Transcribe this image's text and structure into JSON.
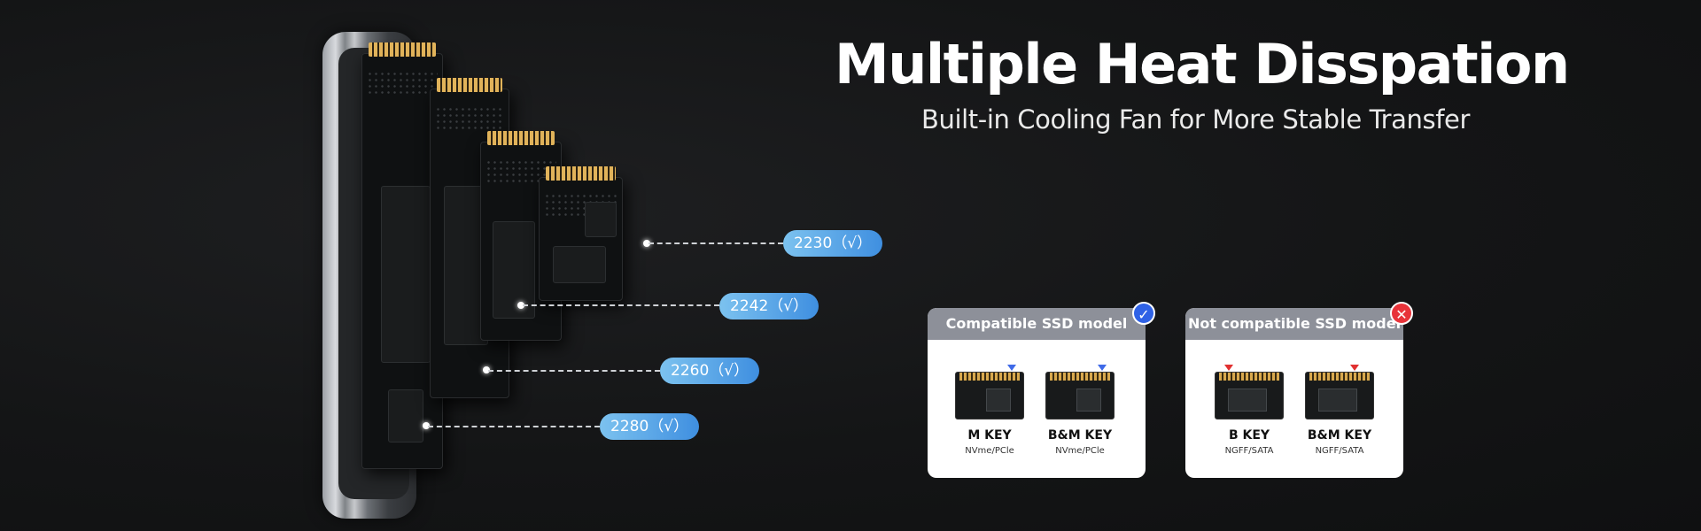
{
  "headline": "Multiple Heat Disspation",
  "subheadline": "Built-in Cooling Fan for More Stable Transfer",
  "sizes": [
    {
      "label": "2230（√）"
    },
    {
      "label": "2242（√）"
    },
    {
      "label": "2260（√）"
    },
    {
      "label": "2280（√）"
    }
  ],
  "compatible": {
    "title": "Compatible SSD model",
    "badge": "✓",
    "keys": [
      {
        "name": "M KEY",
        "sub": "NVme/PCle"
      },
      {
        "name": "B&M KEY",
        "sub": "NVme/PCle"
      }
    ]
  },
  "not_compatible": {
    "title": "Not compatible SSD model",
    "badge": "✕",
    "keys": [
      {
        "name": "B KEY",
        "sub": "NGFF/SATA"
      },
      {
        "name": "B&M KEY",
        "sub": "NGFF/SATA"
      }
    ]
  },
  "colors": {
    "pill_start": "#7cc2ef",
    "pill_end": "#3f8fe0",
    "ok_badge": "#2f62e6",
    "no_badge": "#e8333a",
    "card_header": "#8d9099"
  },
  "icons": {
    "compatible_badge": "check-icon",
    "not_compatible_badge": "cross-icon"
  }
}
